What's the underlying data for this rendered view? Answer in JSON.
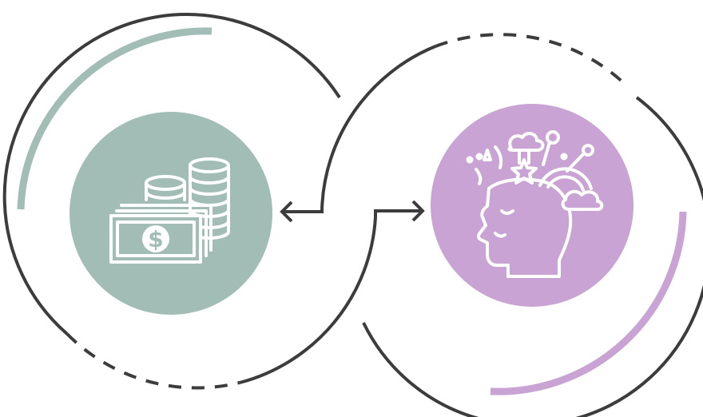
{
  "colors": {
    "background": "#ffffff",
    "line": "#3c3c3c",
    "money_fill": "#a2bdb5",
    "mind_fill": "#c9a3d3",
    "money_accent": "#a2bdb5",
    "mind_accent": "#c9a3d3",
    "icon": "#ffffff"
  },
  "nodes": [
    {
      "id": "money",
      "icon": "money-cash-coins-icon",
      "fill": "#a2bdb5"
    },
    {
      "id": "mind",
      "icon": "creative-mind-head-icon",
      "fill": "#c9a3d3"
    }
  ],
  "connections": [
    {
      "from": "mind",
      "to": "money",
      "style": "arrow"
    },
    {
      "from": "money",
      "to": "mind",
      "style": "arrow"
    }
  ]
}
